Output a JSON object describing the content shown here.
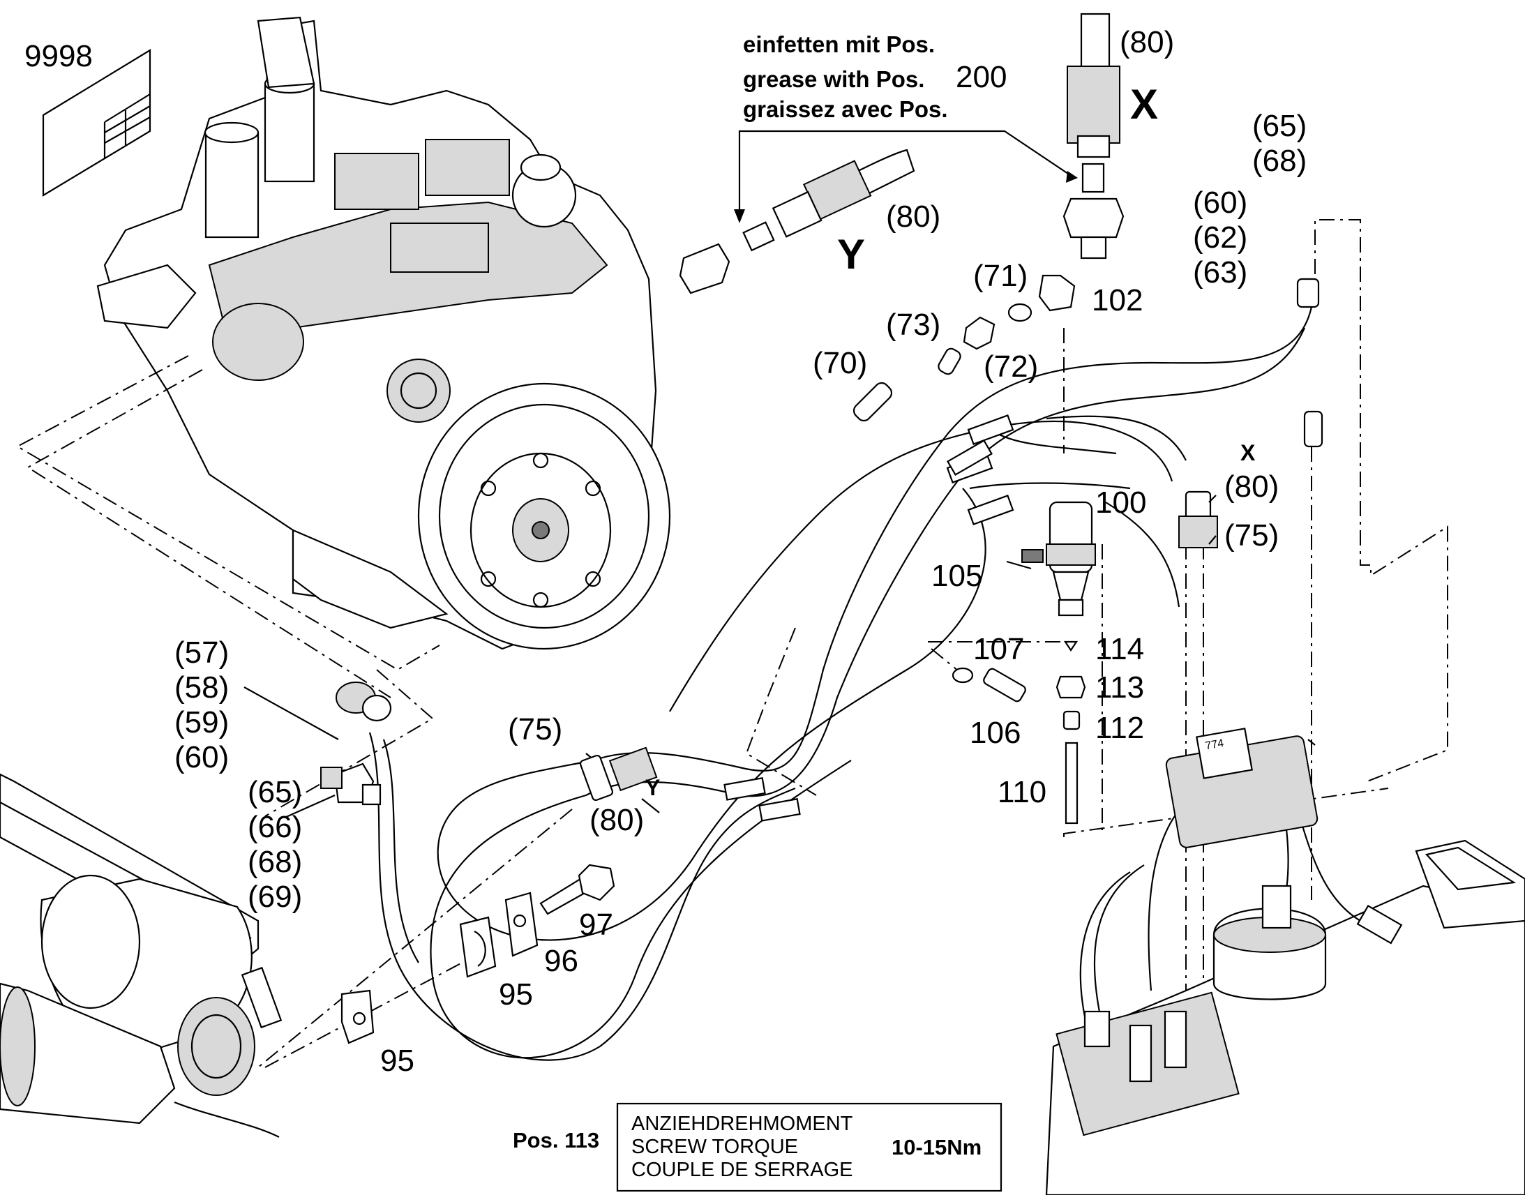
{
  "drawing_ref": "9998",
  "grease_note": {
    "de": "einfetten mit Pos.",
    "en": "grease with Pos.",
    "fr": "graissez avec Pos.",
    "pos": "200"
  },
  "views": {
    "x": "X",
    "y": "Y"
  },
  "callouts": {
    "c80_top": "(80)",
    "c80_y": "(80)",
    "c80_right": "(80)",
    "c80_left": "(80)",
    "c65_68_top": [
      "(65)",
      "(68)"
    ],
    "c60_62_63": [
      "(60)",
      "(62)",
      "(63)"
    ],
    "c71": "(71)",
    "c102": "102",
    "c73": "(73)",
    "c72": "(72)",
    "c70": "(70)",
    "c100": "100",
    "c105": "105",
    "x_small": "X",
    "c75_right": "(75)",
    "c107": "107",
    "c114": "114",
    "c113": "113",
    "c106": "106",
    "c112": "112",
    "c110": "110",
    "c57_60": [
      "(57)",
      "(58)",
      "(59)",
      "(60)"
    ],
    "c65_69": [
      "(65)",
      "(66)",
      "(68)",
      "(69)"
    ],
    "c75_left": "(75)",
    "y_small": "Y",
    "c97": "97",
    "c96": "96",
    "c95_a": "95",
    "c95_b": "95"
  },
  "torque": {
    "pos_label": "Pos. 113",
    "lines": [
      "ANZIEHDREHMOMENT",
      "SCREW TORQUE",
      "COUPLE DE SERRAGE"
    ],
    "value": "10-15Nm"
  }
}
